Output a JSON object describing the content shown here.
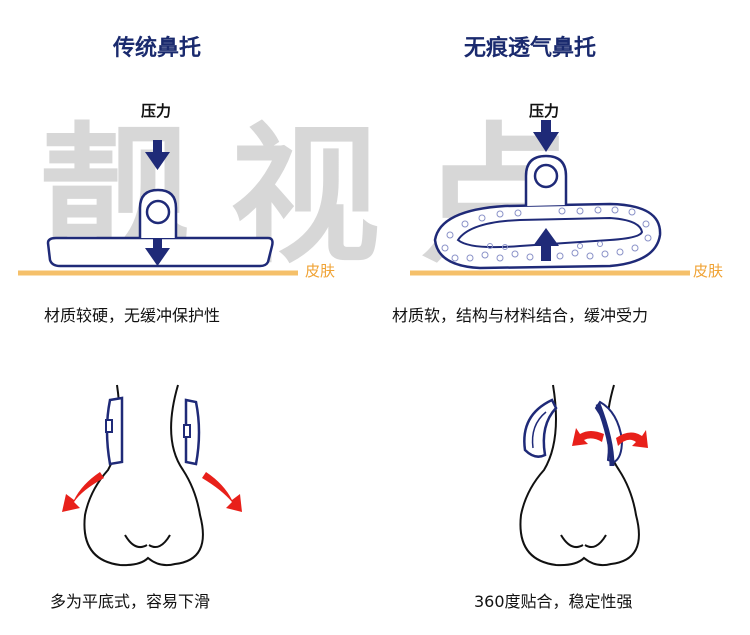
{
  "left": {
    "title": "传统鼻托",
    "pressure_label": "压力",
    "skin_label": "皮肤",
    "caption_top": "材质较硬，无缓冲保护性",
    "caption_bottom": "多为平底式，容易下滑"
  },
  "right": {
    "title": "无痕透气鼻托",
    "pressure_label": "压力",
    "skin_label": "皮肤",
    "caption_top": "材质软，结构与材料结合，缓冲受力",
    "caption_bottom": "360度贴合，稳定性强"
  },
  "watermark": "靓视点",
  "colors": {
    "title": "#1a2a6e",
    "arrow_navy": "#1f2a78",
    "skin_line": "#f5c06a",
    "red_arrow": "#e8201a",
    "pad_fill": "#ffffff",
    "pad_stroke": "#1f2a78"
  }
}
